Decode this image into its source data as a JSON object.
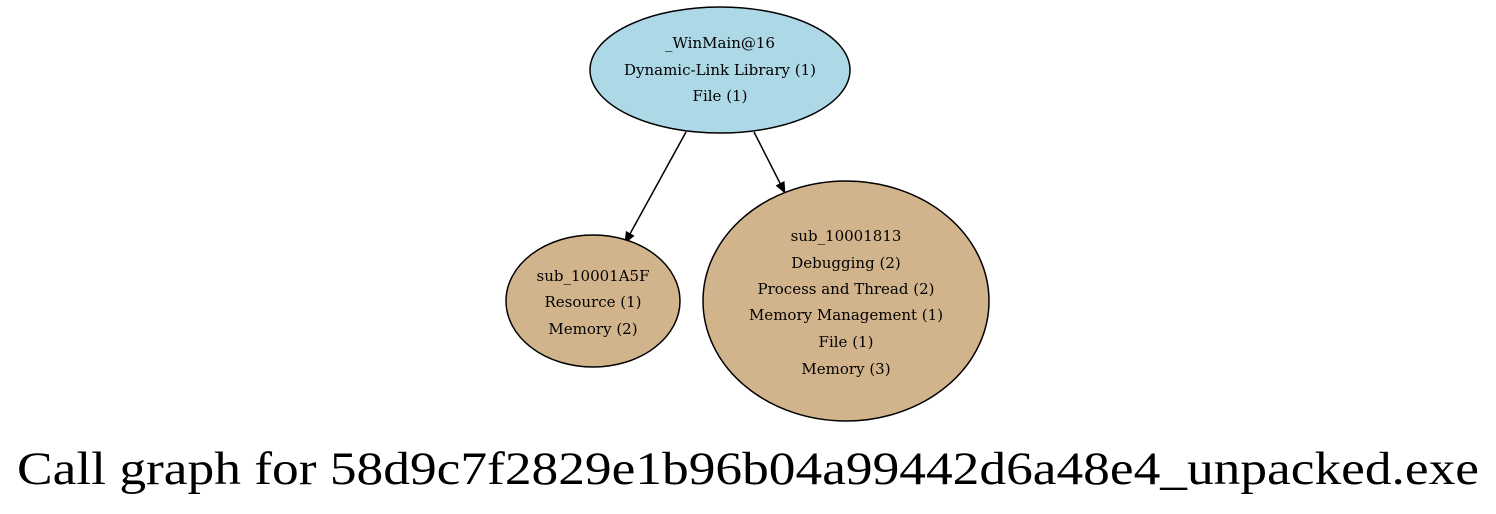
{
  "title": "Call graph for 58d9c7f2829e1b96b04a99442d6a48e4_unpacked.exe",
  "nodes": [
    {
      "id": "winmain",
      "fill": "#add8e6",
      "lines": [
        "_WinMain@16",
        "Dynamic-Link Library (1)",
        "File (1)"
      ]
    },
    {
      "id": "sub_10001a5f",
      "fill": "#d2b48c",
      "lines": [
        "sub_10001A5F",
        "Resource (1)",
        "Memory (2)"
      ]
    },
    {
      "id": "sub_10001813",
      "fill": "#d2b48c",
      "lines": [
        "sub_10001813",
        "Debugging (2)",
        "Process and Thread (2)",
        "Memory Management (1)",
        "File (1)",
        "Memory (3)"
      ]
    }
  ],
  "edges": [
    {
      "from": "winmain",
      "to": "sub_10001a5f"
    },
    {
      "from": "winmain",
      "to": "sub_10001813"
    }
  ]
}
